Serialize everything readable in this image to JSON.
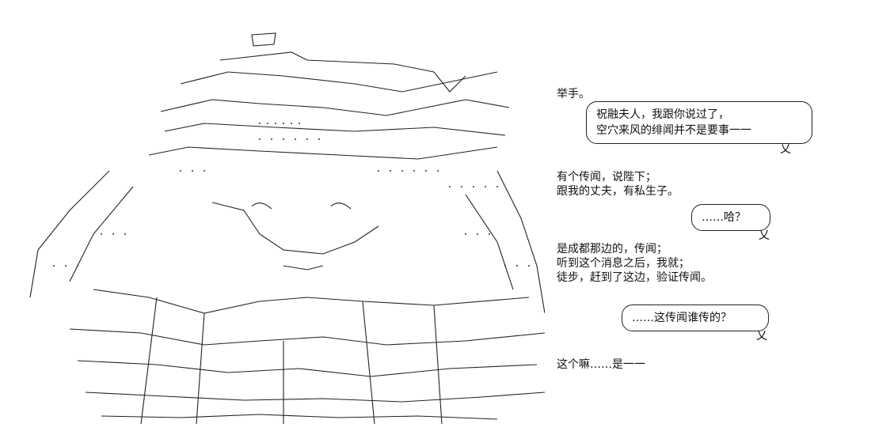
{
  "panel": {
    "line1": "举手。",
    "bubble1": [
      "祝融夫人，我跟你说过了，",
      "空穴来风的绯闻并不是要事一一"
    ],
    "line2": "有个传闻，说陛下；",
    "line3": "跟我的丈夫，有私生子。",
    "bubble2": "……哈？",
    "line4": "是成都那边的，传闻；",
    "line5": "听到这个消息之后，我就；",
    "line6": "徒步，赶到了这边，验证传闻。",
    "bubble3": "……这传闻谁传的？",
    "line7": "这个嘛……是一一",
    "tail_mark": "乂"
  }
}
